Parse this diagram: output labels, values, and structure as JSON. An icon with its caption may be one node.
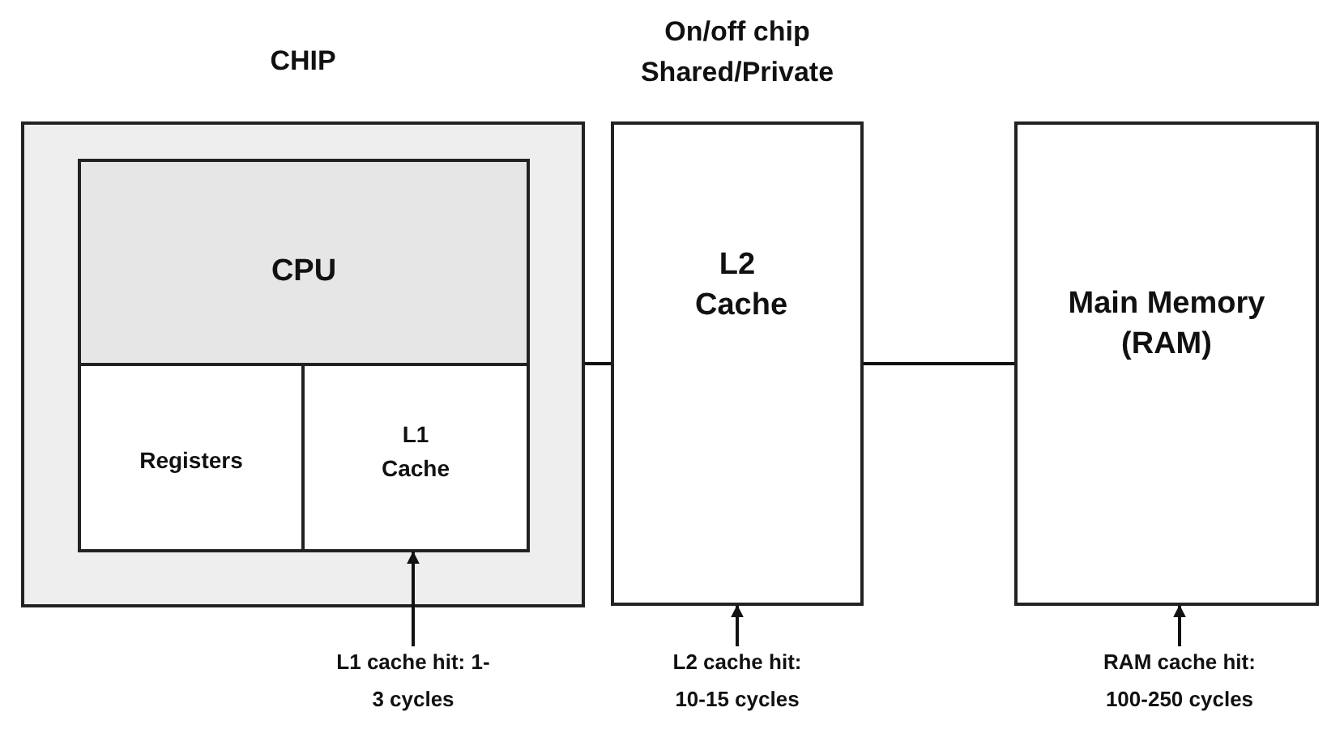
{
  "diagram": {
    "nodes": [
      {
        "text": [
          "CHIP"
        ]
      },
      {
        "text": [
          "CPU"
        ],
        "in": 0
      },
      {
        "text": [
          "Registers"
        ],
        "in": 0
      },
      {
        "text": [
          "L1 Cache"
        ],
        "in": 0
      },
      {
        "text": [
          "On/off chip Shared/Private",
          "L2 Cache"
        ]
      },
      {
        "text": [
          "Main Memory (RAM)"
        ]
      },
      {
        "text": [
          "L1 cache hit: 1-3 cycles"
        ]
      },
      {
        "text": [
          "L2 cache hit: 10-15 cycles"
        ]
      },
      {
        "text": [
          "RAM cache hit: 100-250 cycles"
        ]
      }
    ],
    "edges": [
      {
        "from": 0,
        "to": 4,
        "arrow": "none"
      },
      {
        "from": 4,
        "to": 5,
        "arrow": "none"
      },
      {
        "from": 6,
        "to": 3,
        "arrow": "to"
      },
      {
        "from": 7,
        "to": 4,
        "arrow": "to"
      },
      {
        "from": 8,
        "to": 5,
        "arrow": "to"
      }
    ]
  }
}
